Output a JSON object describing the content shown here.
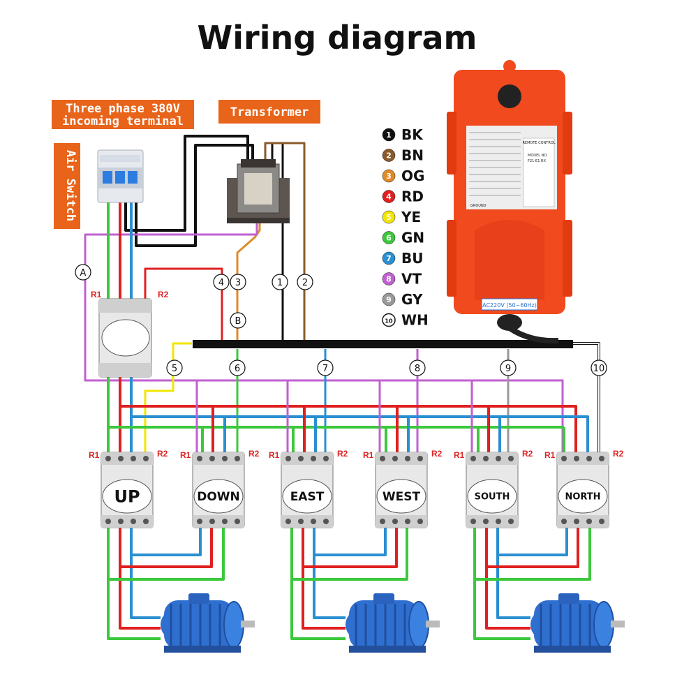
{
  "title": "Wiring diagram",
  "labels": {
    "incoming_line1": "Three phase 380V",
    "incoming_line2": "incoming terminal",
    "transformer": "Transformer",
    "air_switch": "Air Switch"
  },
  "legend": [
    {
      "num": "1",
      "code": "BK",
      "color": "#111111"
    },
    {
      "num": "2",
      "code": "BN",
      "color": "#8a5a2b"
    },
    {
      "num": "3",
      "code": "OG",
      "color": "#e08a2a"
    },
    {
      "num": "4",
      "code": "RD",
      "color": "#e02020"
    },
    {
      "num": "5",
      "code": "YE",
      "color": "#f2e600"
    },
    {
      "num": "6",
      "code": "GN",
      "color": "#3cc83c"
    },
    {
      "num": "7",
      "code": "BU",
      "color": "#2a8fd0"
    },
    {
      "num": "8",
      "code": "VT",
      "color": "#c060d0"
    },
    {
      "num": "9",
      "code": "GY",
      "color": "#999999"
    },
    {
      "num": "10",
      "code": "WH",
      "color": "#ffffff"
    }
  ],
  "wire_numbers": [
    "1",
    "2",
    "3",
    "4",
    "5",
    "6",
    "7",
    "8",
    "9",
    "10"
  ],
  "markers": {
    "a": "A",
    "b": "B"
  },
  "contactor_terminal_labels": {
    "r1": "R1",
    "r2": "R2"
  },
  "contactors": [
    {
      "label": "UP"
    },
    {
      "label": "DOWN"
    },
    {
      "label": "EAST"
    },
    {
      "label": "WEST"
    },
    {
      "label": "SOUTH"
    },
    {
      "label": "NORTH"
    }
  ],
  "receiver": {
    "voltage": "AC220V (50~60Hz)",
    "panel_title": "REMOTE CONTROL",
    "model": "MODEL NO.",
    "model_value": "F21-E1 RX",
    "ground": "GROUND"
  },
  "colors": {
    "orange_label": "#e8641a",
    "receiver_body": "#f04a1e",
    "wire_black": "#111111",
    "wire_red": "#e02020",
    "wire_green": "#3cc83c",
    "wire_blue": "#2a8fd0",
    "wire_violet": "#c060d0",
    "wire_orange": "#e08a2a",
    "wire_brown": "#8a5a2b",
    "wire_yellow": "#f2e600",
    "wire_grey": "#999999",
    "motor": "#2f6fd0"
  }
}
